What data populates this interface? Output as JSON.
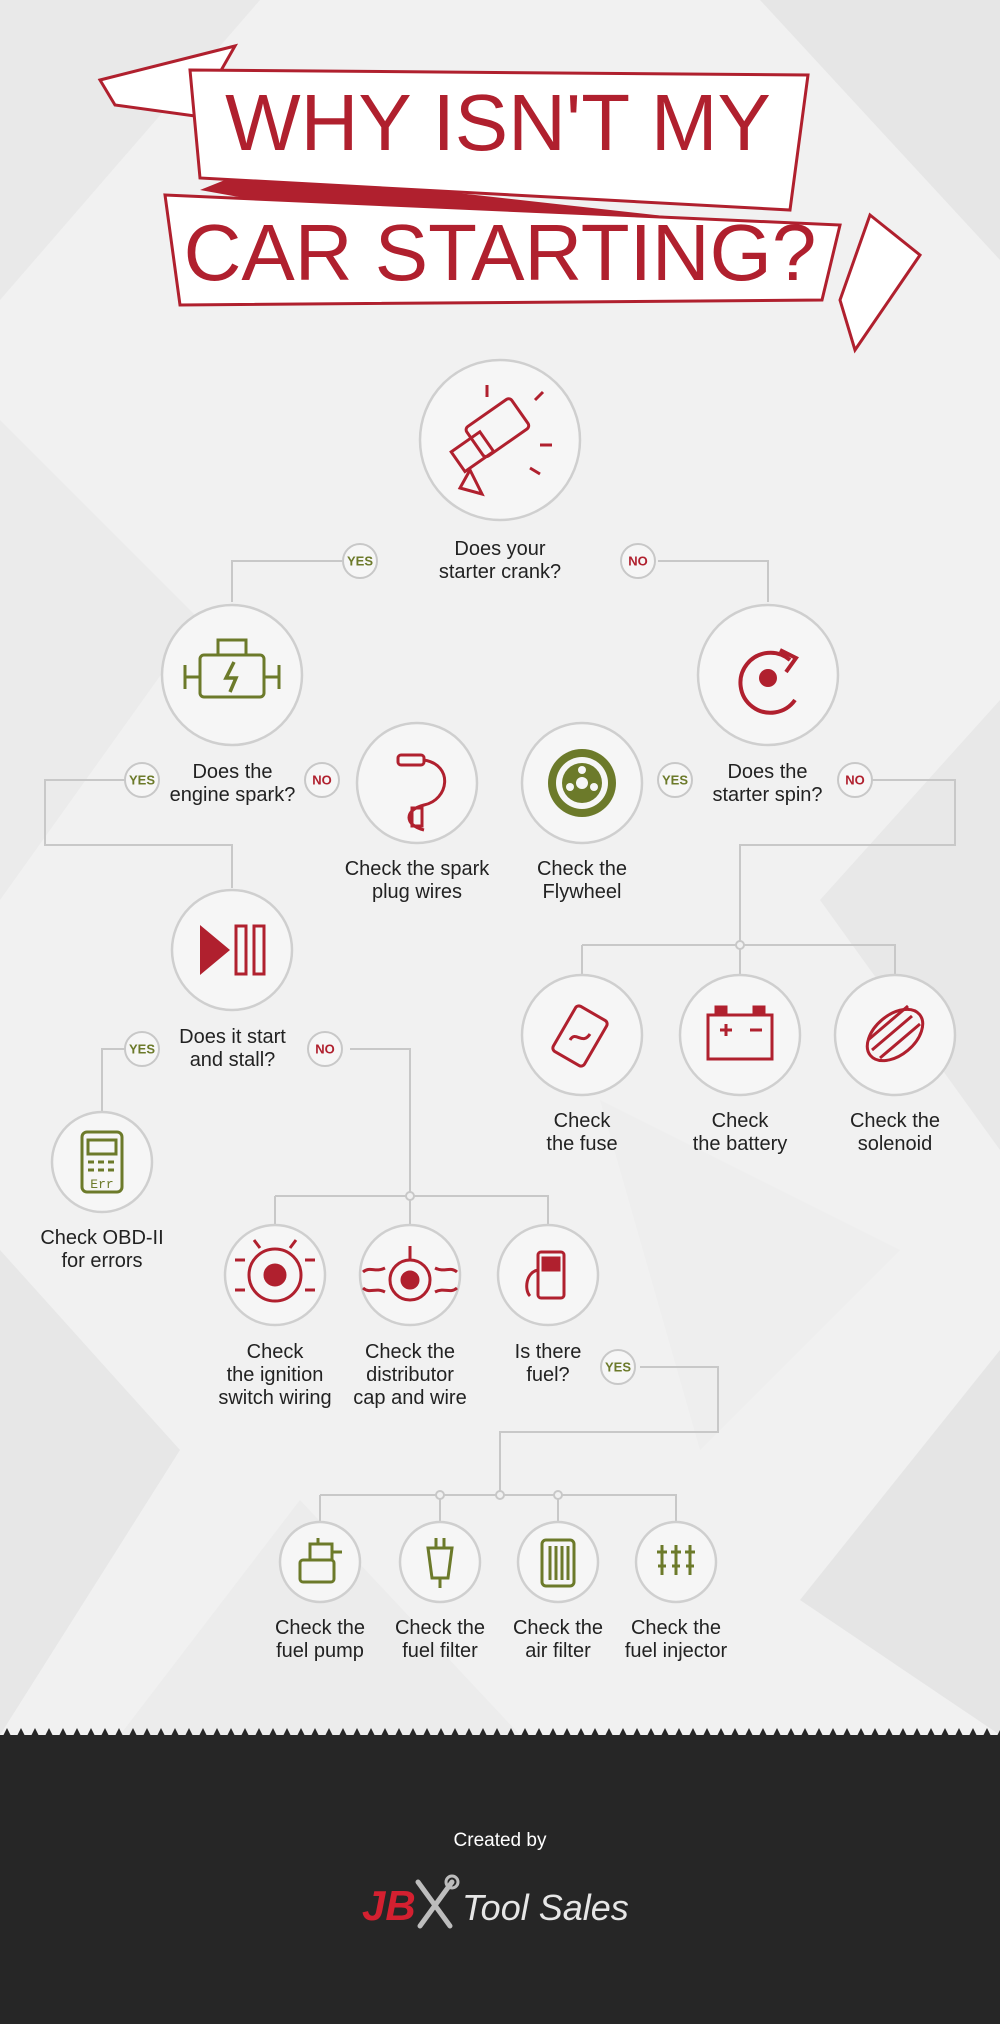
{
  "title": {
    "line1": "WHY ISN'T MY",
    "line2": "CAR STARTING?"
  },
  "colors": {
    "red": "#b0202e",
    "olive": "#6c7a2a",
    "line": "#c8c8c8"
  },
  "badges": {
    "yes": "YES",
    "no": "NO"
  },
  "nodes": {
    "starter_crank": {
      "question": "Does your\nstarter crank?",
      "icon": "starter-motor-icon"
    },
    "engine_spark": {
      "question": "Does the\nengine spark?",
      "icon": "engine-icon"
    },
    "starter_spin": {
      "question": "Does the\nstarter spin?",
      "icon": "rotate-icon"
    },
    "spark_plug_wires": {
      "label": "Check the spark\nplug wires",
      "icon": "spark-plug-wire-icon"
    },
    "flywheel": {
      "label": "Check the\nFlywheel",
      "icon": "flywheel-icon"
    },
    "start_stall": {
      "question": "Does it start\nand stall?",
      "icon": "play-pause-icon"
    },
    "fuse": {
      "label": "Check\nthe fuse",
      "icon": "fuse-icon"
    },
    "battery": {
      "label": "Check\nthe battery",
      "icon": "battery-icon"
    },
    "solenoid": {
      "label": "Check the\nsolenoid",
      "icon": "solenoid-icon"
    },
    "obd": {
      "label": "Check OBD-II\nfor errors",
      "icon": "obd-scanner-icon",
      "screen_text": "Err"
    },
    "ignition": {
      "label": "Check\nthe ignition\nswitch wiring",
      "icon": "ignition-icon"
    },
    "distributor": {
      "label": "Check the\ndistributor\ncap and wire",
      "icon": "distributor-icon"
    },
    "fuel": {
      "question": "Is there\nfuel?",
      "icon": "fuel-pump-station-icon"
    },
    "fuel_pump": {
      "label": "Check the\nfuel pump",
      "icon": "fuel-pump-icon"
    },
    "fuel_filter": {
      "label": "Check the\nfuel filter",
      "icon": "fuel-filter-icon"
    },
    "air_filter": {
      "label": "Check the\nair filter",
      "icon": "air-filter-icon"
    },
    "fuel_injector": {
      "label": "Check the\nfuel injector",
      "icon": "fuel-injector-icon"
    }
  },
  "footer": {
    "created_by": "Created by",
    "logo_mark": "JB",
    "logo_text": "Tool Sales",
    "logo_icon": "crossed-tools-icon"
  }
}
